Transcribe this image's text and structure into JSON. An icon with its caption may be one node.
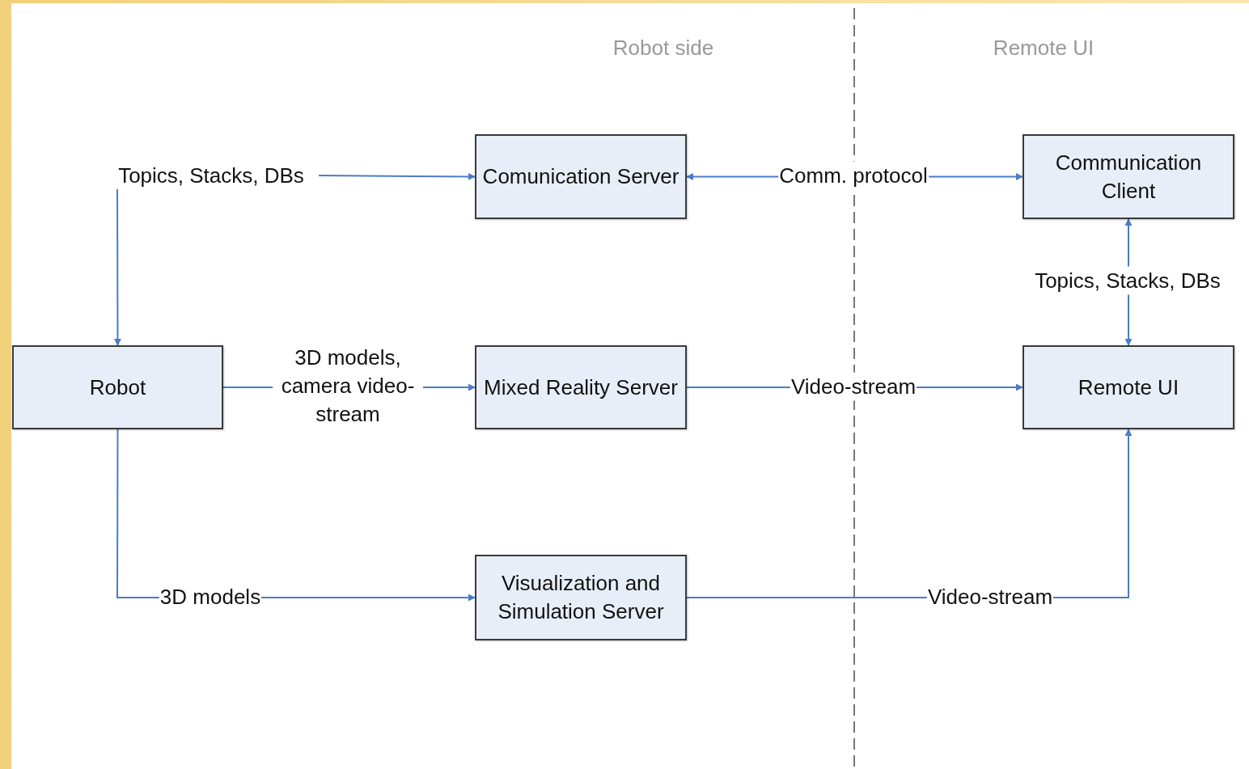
{
  "diagram": {
    "nodes": [
      {
        "text": [
          "Topics, Stacks, DBs"
        ]
      },
      {
        "text": [
          "Comunication Server"
        ]
      },
      {
        "text": [
          "Communication Client"
        ]
      },
      {
        "text": [
          "Robot"
        ]
      },
      {
        "text": [
          "Mixed Reality Server"
        ]
      },
      {
        "text": [
          "Remote UI"
        ]
      },
      {
        "text": [
          "Visualization and Simulation Server"
        ]
      }
    ],
    "edges": [
      {
        "from": 0,
        "to": 1,
        "arrow": "to"
      },
      {
        "from": 0,
        "to": 3,
        "arrow": "to"
      },
      {
        "from": 1,
        "to": 2,
        "arrow": "both",
        "label": "Comm. protocol"
      },
      {
        "from": 2,
        "to": 5,
        "arrow": "both",
        "label": "Topics, Stacks, DBs"
      },
      {
        "from": 3,
        "to": 4,
        "arrow": "to",
        "label": "3D models, camera video-stream"
      },
      {
        "from": 4,
        "to": 5,
        "arrow": "to",
        "label": "Video-stream"
      },
      {
        "from": 3,
        "to": 6,
        "arrow": "to",
        "label": "3D models"
      },
      {
        "from": 6,
        "to": 5,
        "arrow": "to",
        "label": "Video-stream"
      }
    ],
    "labels": [
      "Robot side",
      "Remote UI"
    ]
  }
}
